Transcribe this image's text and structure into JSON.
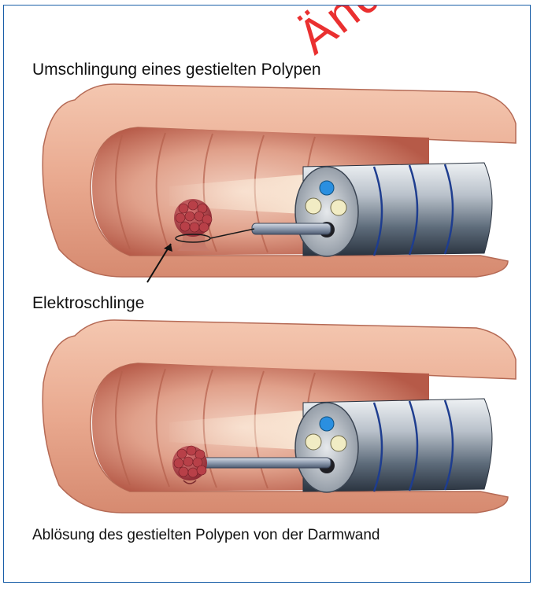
{
  "figure": {
    "watermark": "Änderung",
    "panel_top": {
      "title": "Umschlingung eines gestielten Polypen",
      "label": "Elektroschlinge"
    },
    "panel_bottom": {
      "title": "Ablösung des gestielten Polypen von der Darmwand"
    }
  },
  "colors": {
    "frame": "#1a5fa8",
    "bowel_outer": "#e8a38a",
    "bowel_inner": "#d98770",
    "bowel_lumen": "#c96a58",
    "metal": "#aab2bd",
    "polyp": "#a8353b",
    "watermark": "#e81a1a"
  }
}
